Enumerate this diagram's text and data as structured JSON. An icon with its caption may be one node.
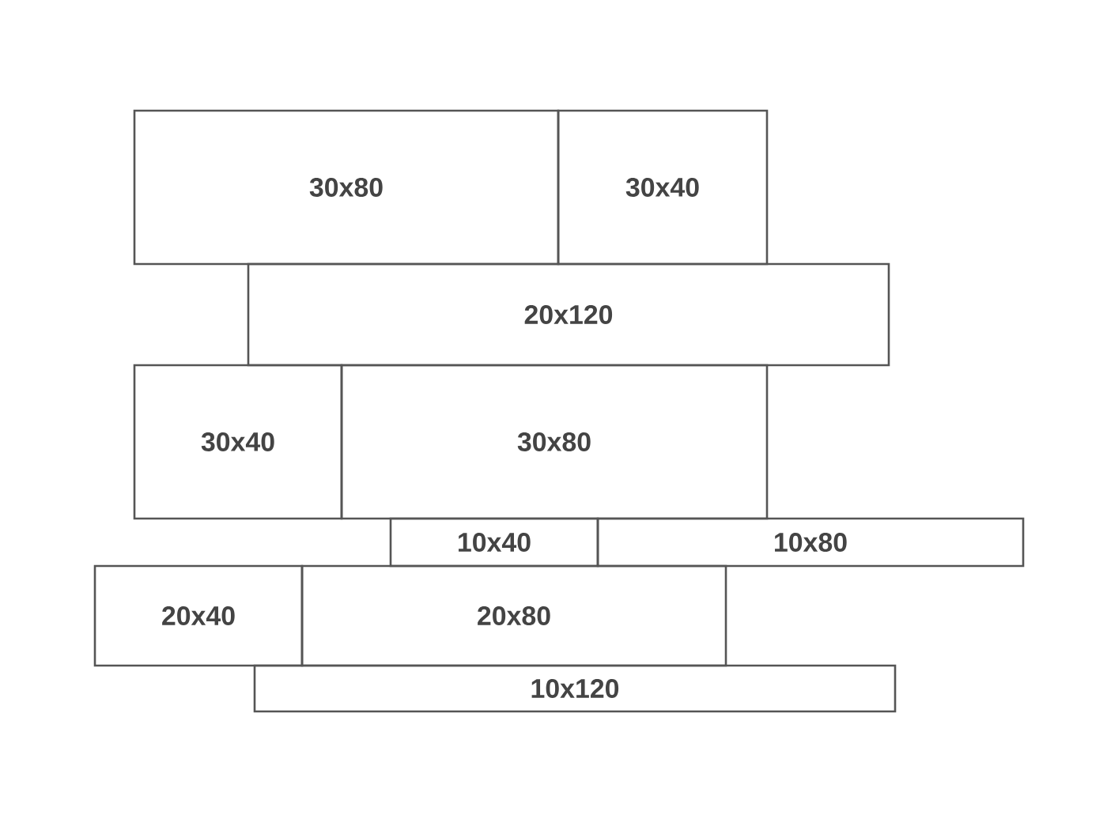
{
  "diagram": {
    "nodes": [
      {
        "text": [
          "30x80"
        ]
      },
      {
        "text": [
          "30x40"
        ]
      },
      {
        "text": [
          "20x120"
        ]
      },
      {
        "text": [
          "30x40"
        ]
      },
      {
        "text": [
          "30x80"
        ]
      },
      {
        "text": [
          "10x40"
        ]
      },
      {
        "text": [
          "10x80"
        ]
      },
      {
        "text": [
          "20x40"
        ]
      },
      {
        "text": [
          "20x80"
        ]
      },
      {
        "text": [
          "10x120"
        ]
      }
    ]
  }
}
